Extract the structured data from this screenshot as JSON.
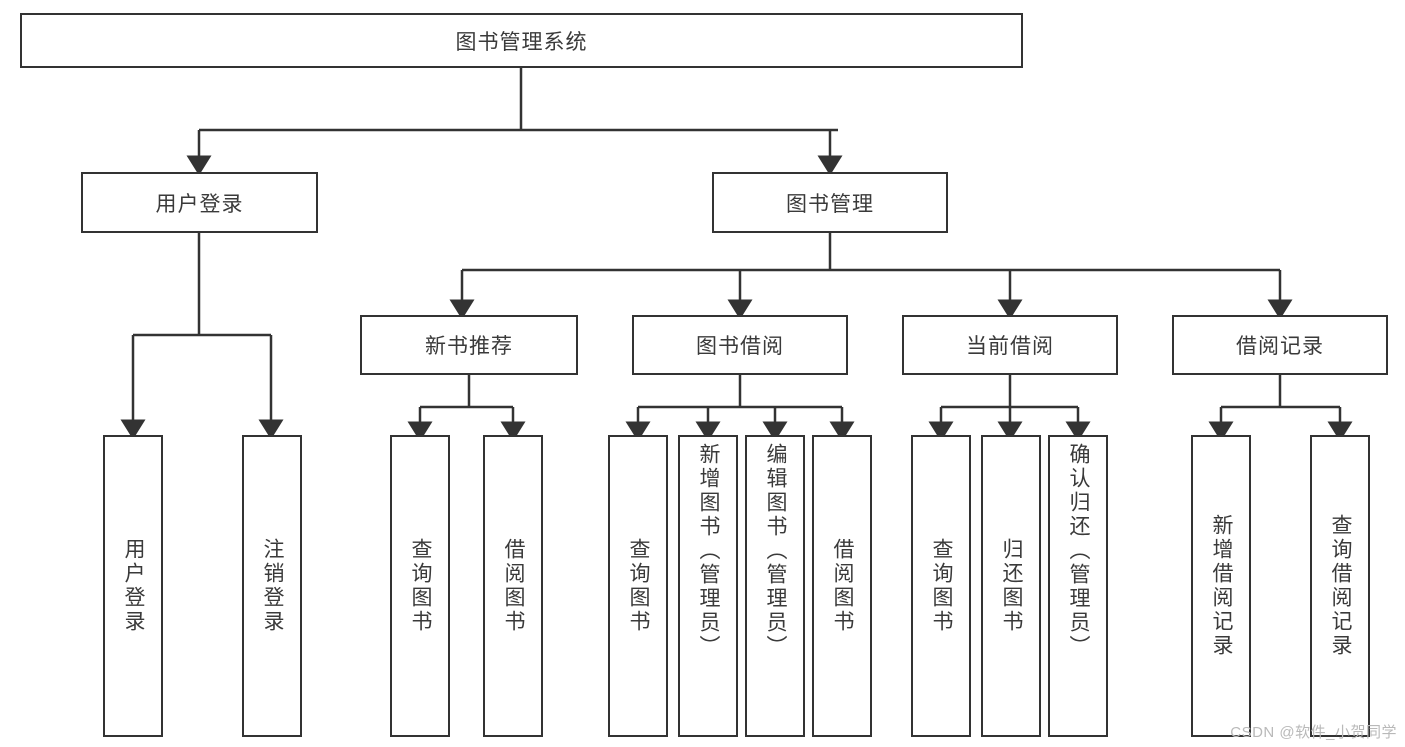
{
  "diagram": {
    "title": "图书管理系统",
    "type": "hierarchy-tree",
    "root": {
      "label": "图书管理系统"
    },
    "level1": [
      {
        "label": "用户登录"
      },
      {
        "label": "图书管理"
      }
    ],
    "level2": [
      {
        "label": "新书推荐"
      },
      {
        "label": "图书借阅"
      },
      {
        "label": "当前借阅"
      },
      {
        "label": "借阅记录"
      }
    ],
    "leaves": {
      "user_login": [
        {
          "label": "用户登录"
        },
        {
          "label": "注销登录"
        }
      ],
      "new_book_recommend": [
        {
          "label": "查询图书"
        },
        {
          "label": "借阅图书"
        }
      ],
      "book_borrow": [
        {
          "label": "查询图书"
        },
        {
          "label": "新增图书（管理员）"
        },
        {
          "label": "编辑图书（管理员）"
        },
        {
          "label": "借阅图书"
        }
      ],
      "current_borrow": [
        {
          "label": "查询图书"
        },
        {
          "label": "归还图书"
        },
        {
          "label": "确认归还（管理员）"
        }
      ],
      "borrow_record": [
        {
          "label": "新增借阅记录"
        },
        {
          "label": "查询借阅记录"
        }
      ]
    }
  },
  "watermark": {
    "text": "CSDN @软件_小贺同学"
  },
  "colors": {
    "border": "#333333",
    "text": "#3a3a3a",
    "background": "#ffffff",
    "watermark": "#b9b9b9"
  }
}
